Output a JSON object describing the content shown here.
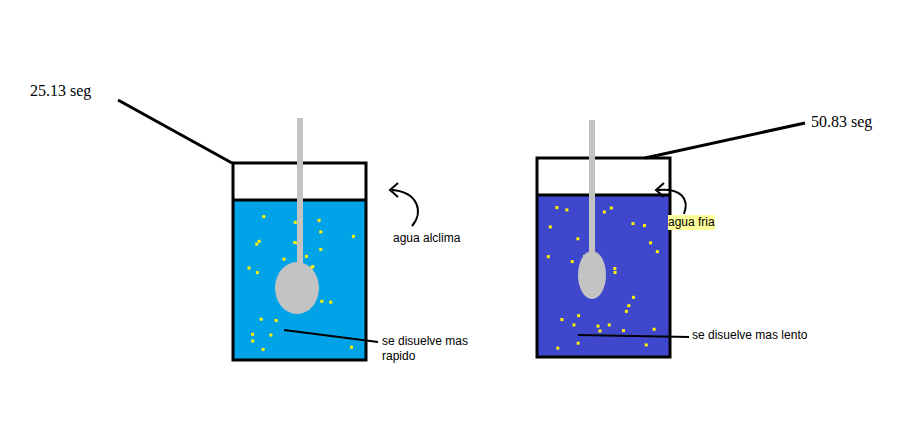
{
  "diagram": {
    "labels": [
      "25.13 seg",
      "agua alclima",
      "se disuelve mas rapido",
      "50.83 seg",
      "agua fria",
      "se disuelve mas lento"
    ]
  }
}
